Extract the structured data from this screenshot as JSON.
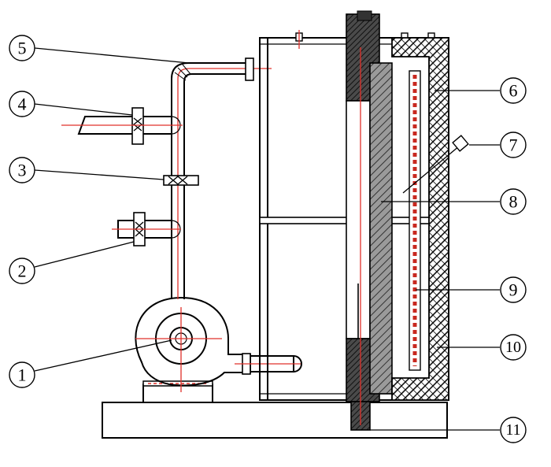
{
  "labels": [
    {
      "text": "1"
    },
    {
      "text": "2"
    },
    {
      "text": "3"
    },
    {
      "text": "4"
    },
    {
      "text": "5"
    },
    {
      "text": "6"
    },
    {
      "text": "7"
    },
    {
      "text": "8"
    },
    {
      "text": "9"
    },
    {
      "text": "10"
    },
    {
      "text": "11"
    }
  ],
  "colors": {
    "line": "#000000",
    "centerline": "#e0302a",
    "hatch": "#555555",
    "insulation": "#222222"
  }
}
